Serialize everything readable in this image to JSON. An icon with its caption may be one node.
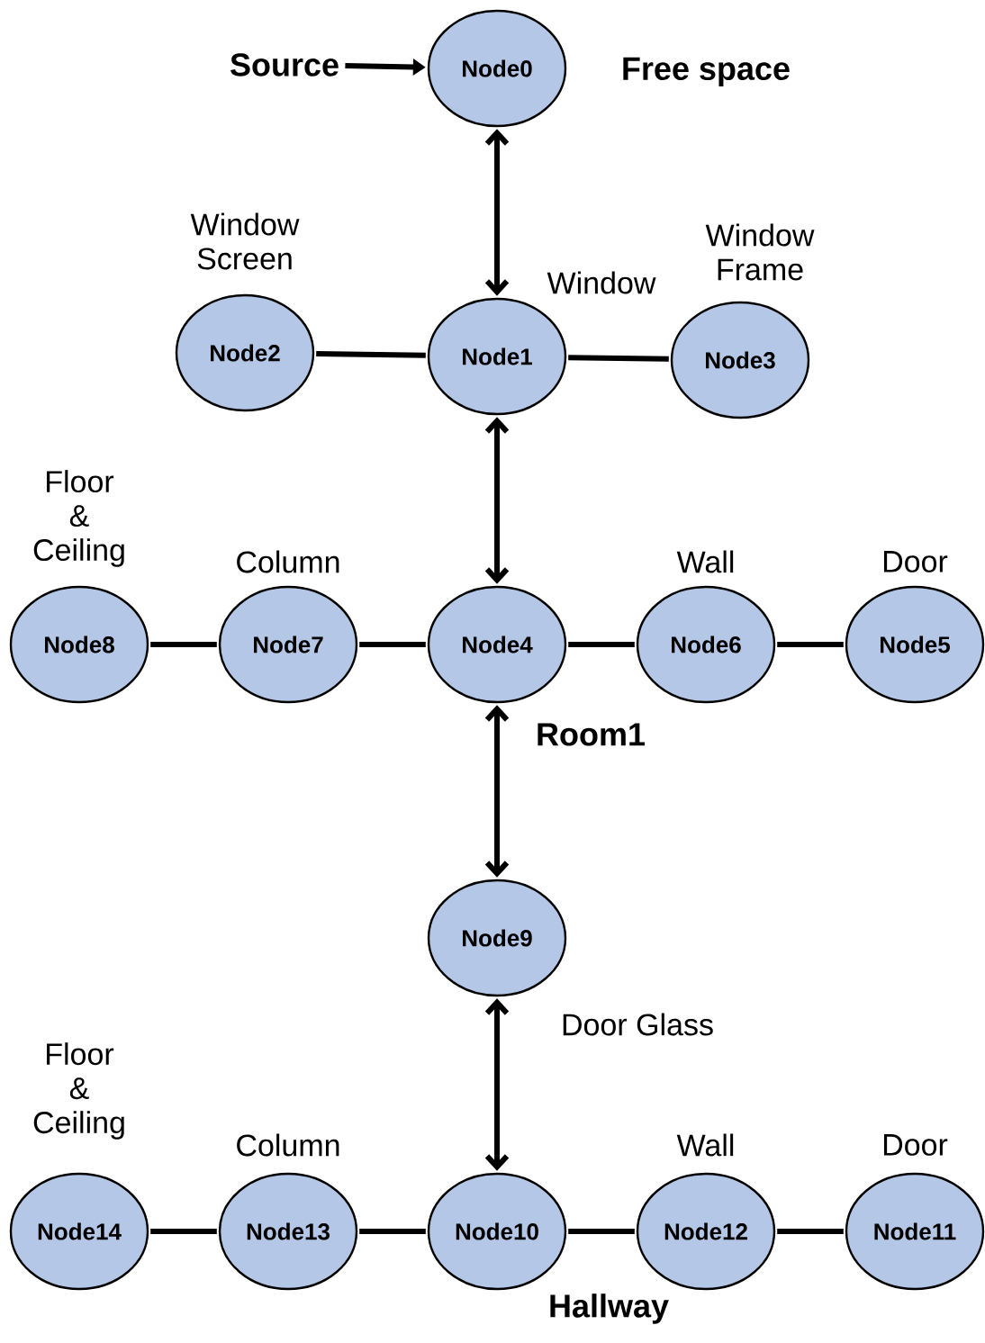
{
  "diagram": {
    "nodes": [
      {
        "text": [
          "Node0"
        ],
        "beside": [
          "Free space"
        ]
      },
      {
        "text": [
          "Node1"
        ],
        "beside": [
          "Window"
        ]
      },
      {
        "text": [
          "Node2"
        ],
        "beside": [
          "Window Screen"
        ]
      },
      {
        "text": [
          "Node3"
        ],
        "beside": [
          "Window Frame"
        ]
      },
      {
        "text": [
          "Node4"
        ],
        "beside": [
          "Room1"
        ]
      },
      {
        "text": [
          "Node5"
        ],
        "beside": [
          "Door"
        ]
      },
      {
        "text": [
          "Node6"
        ],
        "beside": [
          "Wall"
        ]
      },
      {
        "text": [
          "Node7"
        ],
        "beside": [
          "Column"
        ]
      },
      {
        "text": [
          "Node8"
        ],
        "beside": [
          "Floor & Ceiling"
        ]
      },
      {
        "text": [
          "Node9"
        ],
        "beside": [
          "Door Glass"
        ]
      },
      {
        "text": [
          "Node10"
        ],
        "beside": [
          "Hallway"
        ]
      },
      {
        "text": [
          "Node11"
        ],
        "beside": [
          "Door"
        ]
      },
      {
        "text": [
          "Node12"
        ],
        "beside": [
          "Wall"
        ]
      },
      {
        "text": [
          "Node13"
        ],
        "beside": [
          "Column"
        ]
      },
      {
        "text": [
          "Node14"
        ],
        "beside": [
          "Floor & Ceiling"
        ]
      },
      {
        "text": [
          "Source"
        ]
      }
    ],
    "edges": [
      {
        "from": 15,
        "to": 0,
        "arrow": "to"
      },
      {
        "from": 0,
        "to": 1,
        "arrow": "both"
      },
      {
        "from": 2,
        "to": 1,
        "arrow": "none"
      },
      {
        "from": 1,
        "to": 3,
        "arrow": "none"
      },
      {
        "from": 1,
        "to": 4,
        "arrow": "both"
      },
      {
        "from": 8,
        "to": 7,
        "arrow": "none"
      },
      {
        "from": 7,
        "to": 4,
        "arrow": "none"
      },
      {
        "from": 4,
        "to": 6,
        "arrow": "none"
      },
      {
        "from": 6,
        "to": 5,
        "arrow": "none"
      },
      {
        "from": 4,
        "to": 9,
        "arrow": "both"
      },
      {
        "from": 9,
        "to": 10,
        "arrow": "both"
      },
      {
        "from": 14,
        "to": 13,
        "arrow": "none"
      },
      {
        "from": 13,
        "to": 10,
        "arrow": "none"
      },
      {
        "from": 10,
        "to": 12,
        "arrow": "none"
      },
      {
        "from": 12,
        "to": 11,
        "arrow": "none"
      }
    ]
  }
}
